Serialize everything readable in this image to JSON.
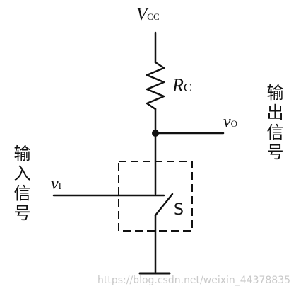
{
  "diagram": {
    "vcc_label": {
      "main": "V",
      "sub": "CC"
    },
    "rc_label": {
      "main": "R",
      "sub": "C"
    },
    "vo_label": {
      "main": "v",
      "sub": "O"
    },
    "vi_label": {
      "main": "v",
      "sub": "I"
    },
    "switch_label": "S",
    "output_label": "输出信号",
    "input_label": "输入信号"
  },
  "watermark": "https://blog.csdn.net/weixin_44378835"
}
